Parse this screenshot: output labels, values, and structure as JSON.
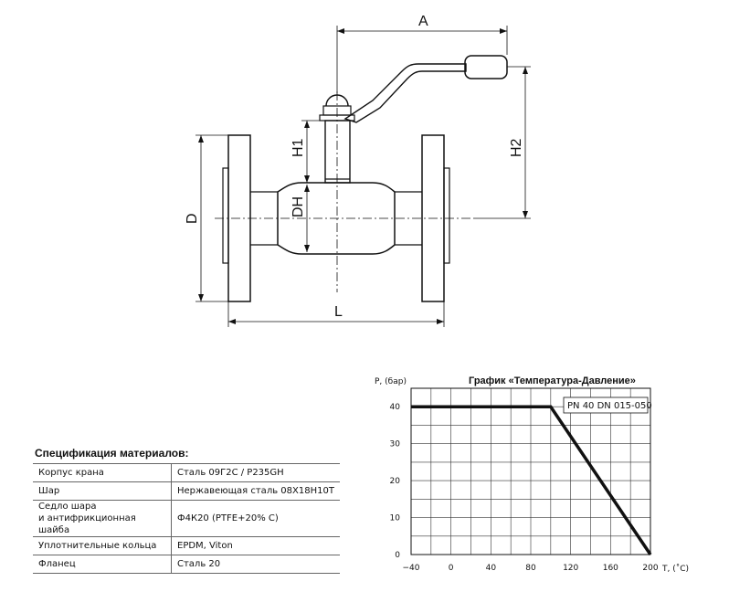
{
  "drawing": {
    "dim_a": "A",
    "dim_h1": "H1",
    "dim_h2": "H2",
    "dim_d": "D",
    "dim_dh": "DH",
    "dim_l": "L"
  },
  "spec": {
    "title": "Спецификация материалов:",
    "rows": [
      {
        "part": [
          "Корпус крана"
        ],
        "material": "Сталь 09Г2С / P235GH"
      },
      {
        "part": [
          "Шар"
        ],
        "material": "Нержавеющая сталь 08Х18Н10Т"
      },
      {
        "part": [
          "Седло шара",
          "и антифрикционная шайба"
        ],
        "material": "Ф4К20 (PTFE+20% C)"
      },
      {
        "part": [
          "Уплотнительные кольца"
        ],
        "material": "EPDM, Viton"
      },
      {
        "part": [
          "Фланец"
        ],
        "material": "Сталь 20"
      }
    ]
  },
  "chart_data": {
    "type": "line",
    "title": "График «Температура-Давление»",
    "ylabel": "P, (бар)",
    "xlabel": "T, (˚C)",
    "annotation": "PN 40 DN 015-050",
    "xlim": [
      -40,
      200
    ],
    "ylim": [
      0,
      45
    ],
    "x_ticks": [
      -40,
      0,
      40,
      80,
      120,
      160,
      200
    ],
    "y_ticks": [
      0,
      10,
      20,
      30,
      40
    ],
    "grid": true,
    "series": [
      {
        "x": [
          -40,
          100,
          200
        ],
        "y": [
          40,
          40,
          0
        ]
      }
    ]
  }
}
